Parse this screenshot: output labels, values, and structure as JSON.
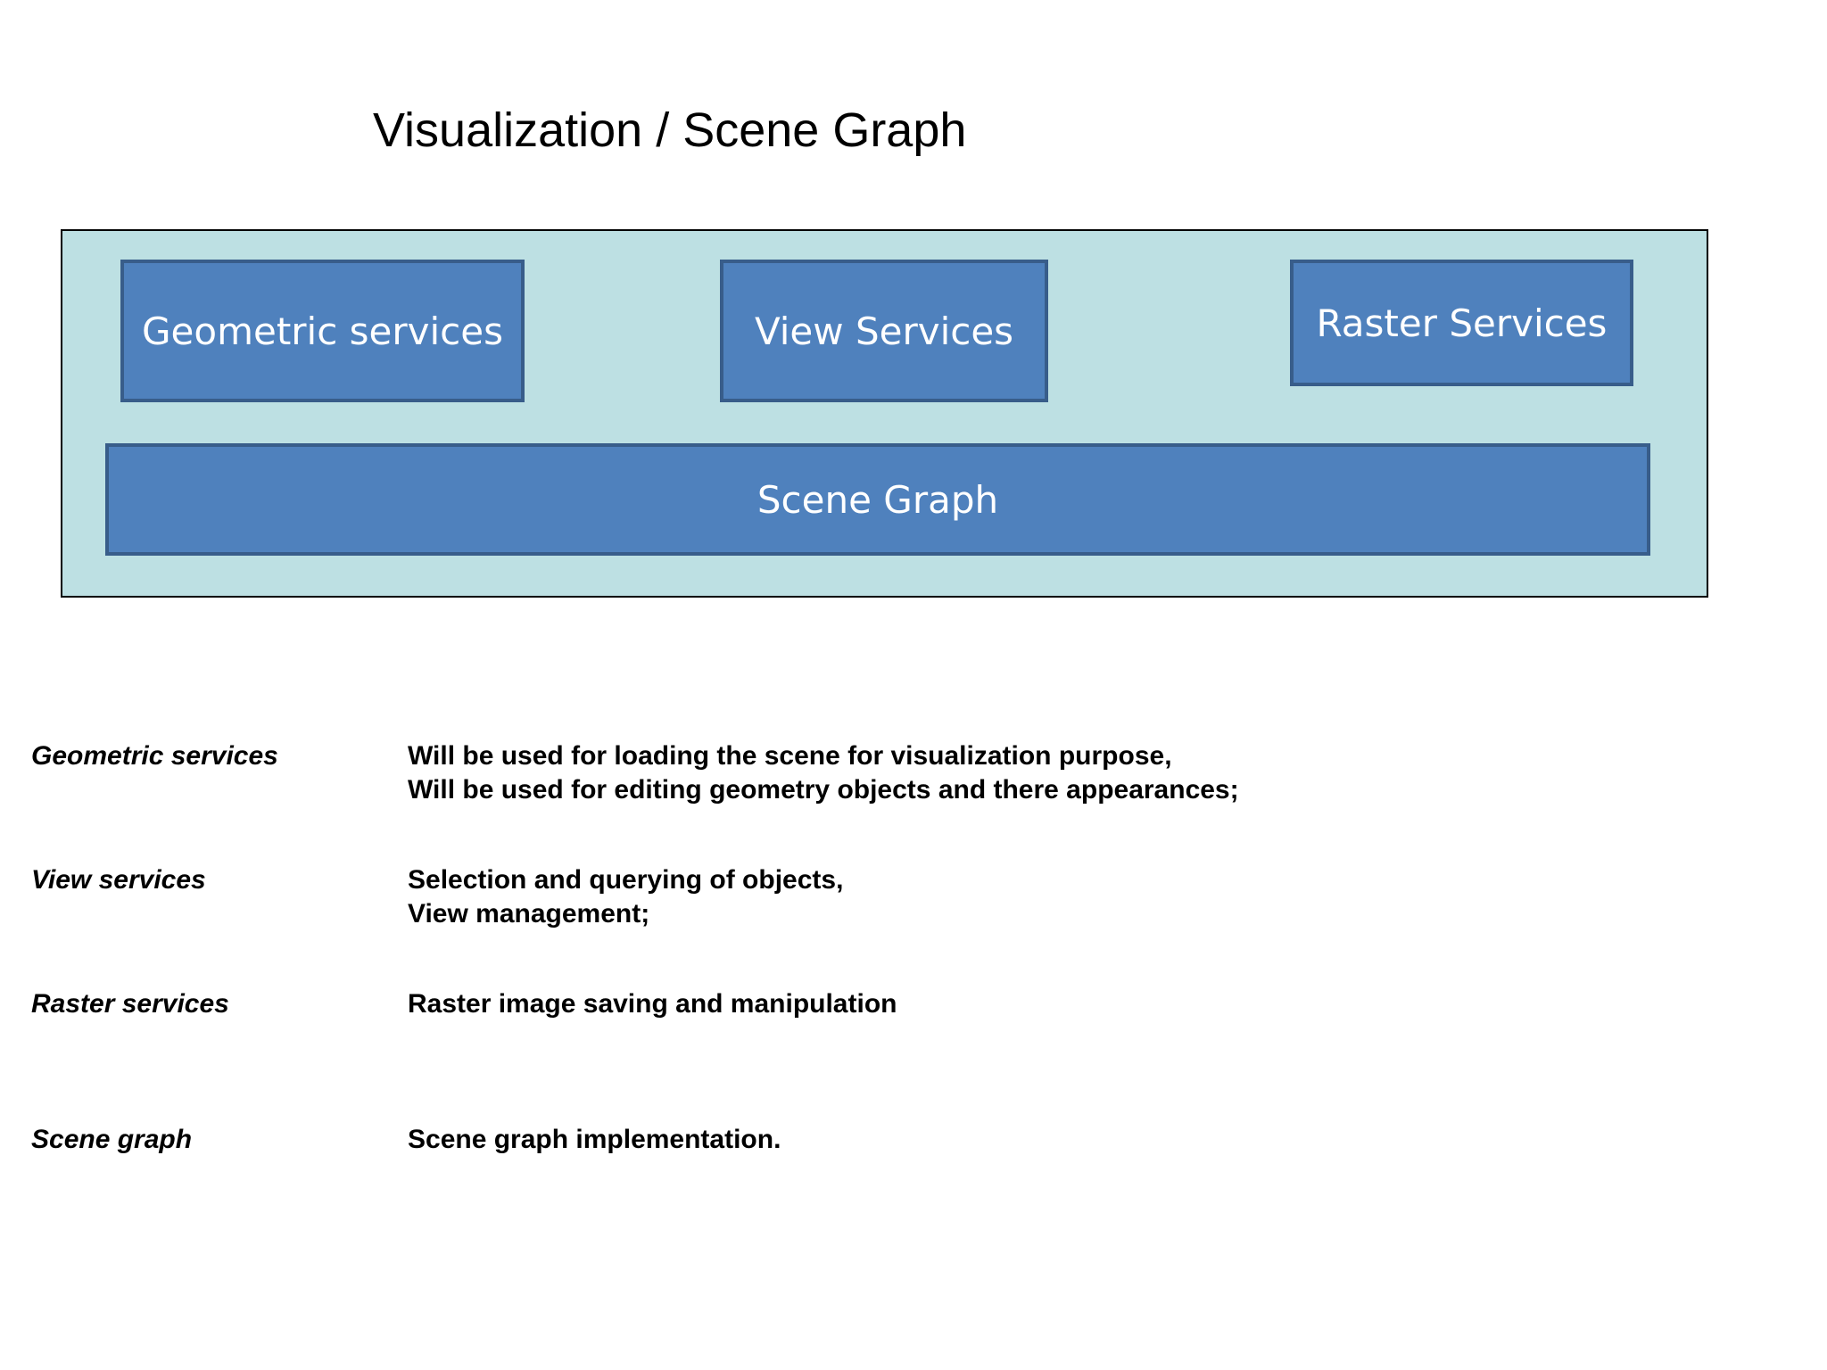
{
  "title": "Visualization / Scene Graph",
  "colors": {
    "frame_fill": "#bde0e3",
    "frame_border": "#000000",
    "box_fill": "#4f81bd",
    "box_border": "#385d8a",
    "box_text": "#ffffff"
  },
  "diagram": {
    "boxes": {
      "geometric": "Geometric services",
      "view": "View Services",
      "raster": "Raster Services",
      "scene": "Scene Graph"
    }
  },
  "descriptions": [
    {
      "term": "Geometric services",
      "lines": [
        "Will be used for loading the scene for visualization purpose,",
        "Will be used for editing geometry objects and there appearances;"
      ]
    },
    {
      "term": "View services",
      "lines": [
        "Selection and querying of objects,",
        "View management;"
      ]
    },
    {
      "term": "Raster services",
      "lines": [
        "Raster image saving and manipulation"
      ]
    },
    {
      "term": "Scene graph",
      "lines": [
        "Scene graph implementation."
      ]
    }
  ]
}
